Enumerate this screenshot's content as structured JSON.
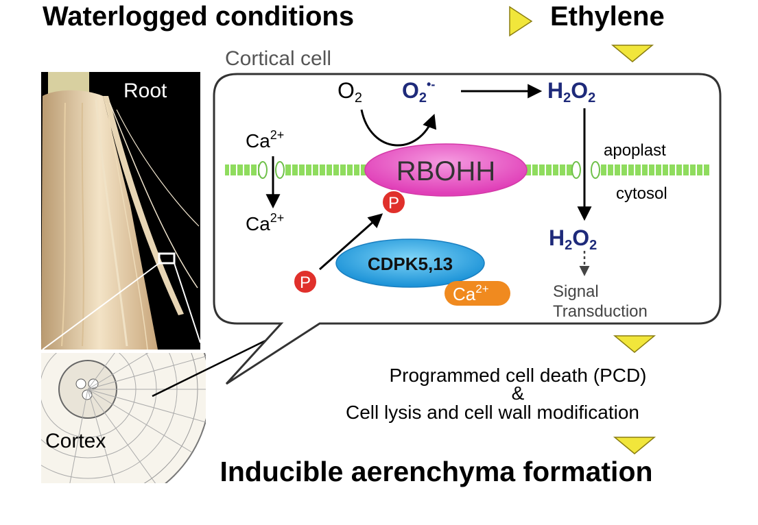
{
  "header": {
    "left": "Waterlogged conditions",
    "right": "Ethylene"
  },
  "photo": {
    "root_label": "Root",
    "cortex_label": "Cortex"
  },
  "cell": {
    "label": "Cortical cell",
    "o2": "O",
    "o2_sub": "2",
    "superoxide": "O",
    "superoxide_sub": "2",
    "superoxide_sup": "•-",
    "h2o2_top": {
      "a": "H",
      "s1": "2",
      "b": "O",
      "s2": "2"
    },
    "h2o2_bottom": {
      "a": "H",
      "s1": "2",
      "b": "O",
      "s2": "2"
    },
    "ca_top": "Ca",
    "ca_top_sup": "2+",
    "ca_bottom": "Ca",
    "ca_bottom_sup": "2+",
    "rbohh": "RBOHH",
    "p1": "P",
    "p2": "P",
    "cdpk": "CDPK5,13",
    "ca_cdpk": "Ca",
    "ca_cdpk_sup": "2+",
    "apoplast": "apoplast",
    "cytosol": "cytosol",
    "signal_1": "Signal",
    "signal_2": "Transduction"
  },
  "outcome": {
    "line1": "Programmed cell death (PCD)",
    "amp": "&",
    "line2": "Cell lysis and cell wall modification",
    "final": "Inducible aerenchyma formation"
  },
  "colors": {
    "navy": "#1e2a7a",
    "rbohh": "#e94fc3",
    "cdpk": "#1fa2e2",
    "ca_badge": "#f08a1f",
    "p_badge": "#e0302b",
    "membrane": "#8fdc5e",
    "triangle": "#f1e63b"
  }
}
